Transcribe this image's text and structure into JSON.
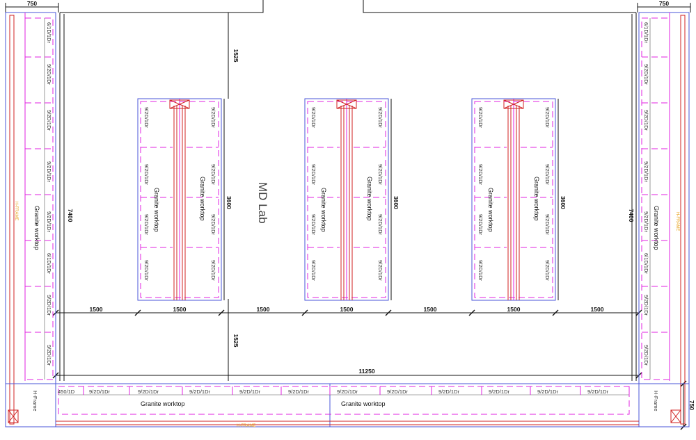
{
  "title": "MD Lab",
  "dims": {
    "left_top_width": "750",
    "right_top_width": "750",
    "aisle_top": "1525",
    "aisle_bottom": "1525",
    "island_depth": "3600",
    "side_length": "7400",
    "gap": "1500",
    "island_width": "1500",
    "total_width": "11250",
    "bottom_depth": "750"
  },
  "labels": {
    "cab_vertical": "9/2D/1Dr",
    "cab_vertical_alt": "6/1D/1Dr",
    "cab_bottom": "9/2D/1Dr",
    "cab_bottom_first": "450/1D",
    "worktop": "Granite worktop",
    "h_frame": "H-Frame",
    "orange_note": "H-FRAME"
  }
}
